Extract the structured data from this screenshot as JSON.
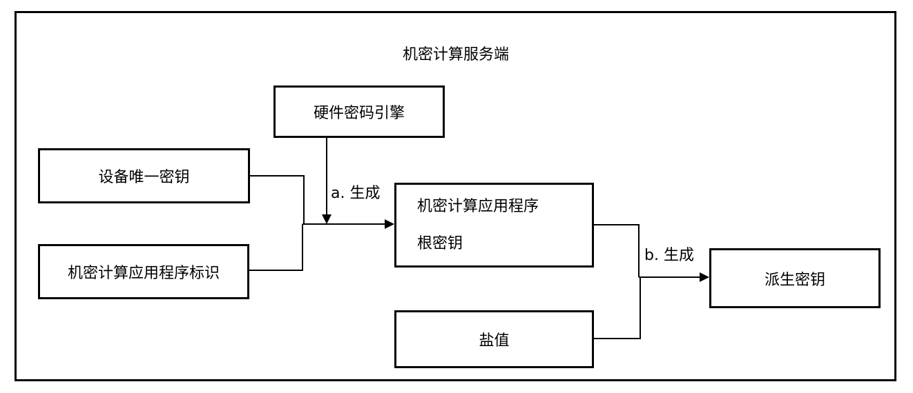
{
  "title": "机密计算服务端",
  "nodes": {
    "hardware_crypto_engine": "硬件密码引擎",
    "device_unique_key": "设备唯一密钥",
    "app_identifier": "机密计算应用程序标识",
    "app_root_key": {
      "line1": "机密计算应用程序",
      "line2": "根密钥"
    },
    "salt": "盐值",
    "derived_key": "派生密钥"
  },
  "edges": {
    "generate_a": "a. 生成",
    "generate_b": "b. 生成"
  }
}
